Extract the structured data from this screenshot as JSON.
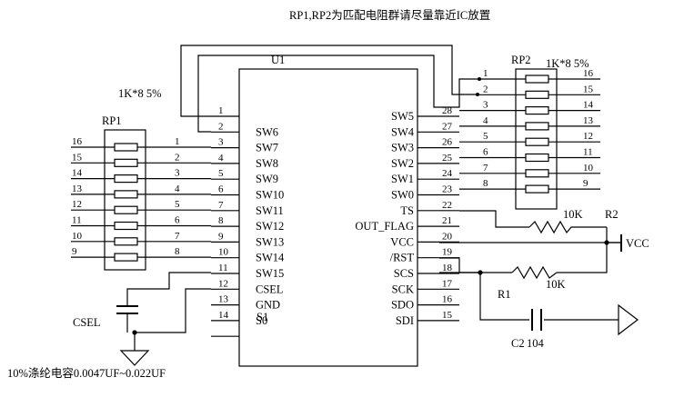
{
  "title": "RP1,RP2为匹配电阻群请尽量靠近IC放置",
  "chip": {
    "ref": "U1",
    "left_pins": [
      {
        "num": "1",
        "name": ""
      },
      {
        "num": "2",
        "name": "SW6"
      },
      {
        "num": "3",
        "name": "SW7"
      },
      {
        "num": "4",
        "name": "SW8"
      },
      {
        "num": "5",
        "name": "SW9"
      },
      {
        "num": "6",
        "name": "SW10"
      },
      {
        "num": "7",
        "name": "SW11"
      },
      {
        "num": "8",
        "name": "SW12"
      },
      {
        "num": "9",
        "name": "SW13"
      },
      {
        "num": "10",
        "name": "SW14"
      },
      {
        "num": "11",
        "name": "SW15"
      },
      {
        "num": "12",
        "name": "CSEL"
      },
      {
        "num": "13",
        "name": "GND"
      },
      {
        "num": "14",
        "name": "S0"
      }
    ],
    "left_extra_name": "S1",
    "right_pins": [
      {
        "num": "28",
        "name": "SW5"
      },
      {
        "num": "27",
        "name": "SW4"
      },
      {
        "num": "26",
        "name": "SW3"
      },
      {
        "num": "25",
        "name": "SW2"
      },
      {
        "num": "24",
        "name": "SW1"
      },
      {
        "num": "23",
        "name": "SW0"
      },
      {
        "num": "22",
        "name": "TS"
      },
      {
        "num": "21",
        "name": "OUT_FLAG"
      },
      {
        "num": "20",
        "name": "VCC"
      },
      {
        "num": "19",
        "name": "/RST"
      },
      {
        "num": "18",
        "name": "SCS"
      },
      {
        "num": "17",
        "name": "SCK"
      },
      {
        "num": "16",
        "name": "SDO"
      },
      {
        "num": "15",
        "name": "SDI"
      }
    ]
  },
  "rp1": {
    "ref": "RP1",
    "value": "1K*8 5%",
    "outer_pins": [
      "16",
      "15",
      "14",
      "13",
      "12",
      "11",
      "10",
      "9"
    ],
    "inner_pins": [
      "1",
      "2",
      "3",
      "4",
      "5",
      "6",
      "7",
      "8"
    ]
  },
  "rp2": {
    "ref": "RP2",
    "value": "1K*8 5%",
    "inner_pins": [
      "1",
      "2",
      "3",
      "4",
      "5",
      "6",
      "7",
      "8"
    ],
    "outer_pins": [
      "16",
      "15",
      "14",
      "13",
      "12",
      "11",
      "10",
      "9"
    ]
  },
  "r2": {
    "ref": "R2",
    "value": "10K"
  },
  "r1": {
    "ref": "R1",
    "value": "10K"
  },
  "c2": {
    "ref": "C2",
    "value": "104"
  },
  "csel": {
    "ref": "CSEL",
    "note": "10%涤纶电容0.0047UF~0.022UF"
  },
  "vcc_label": "VCC"
}
